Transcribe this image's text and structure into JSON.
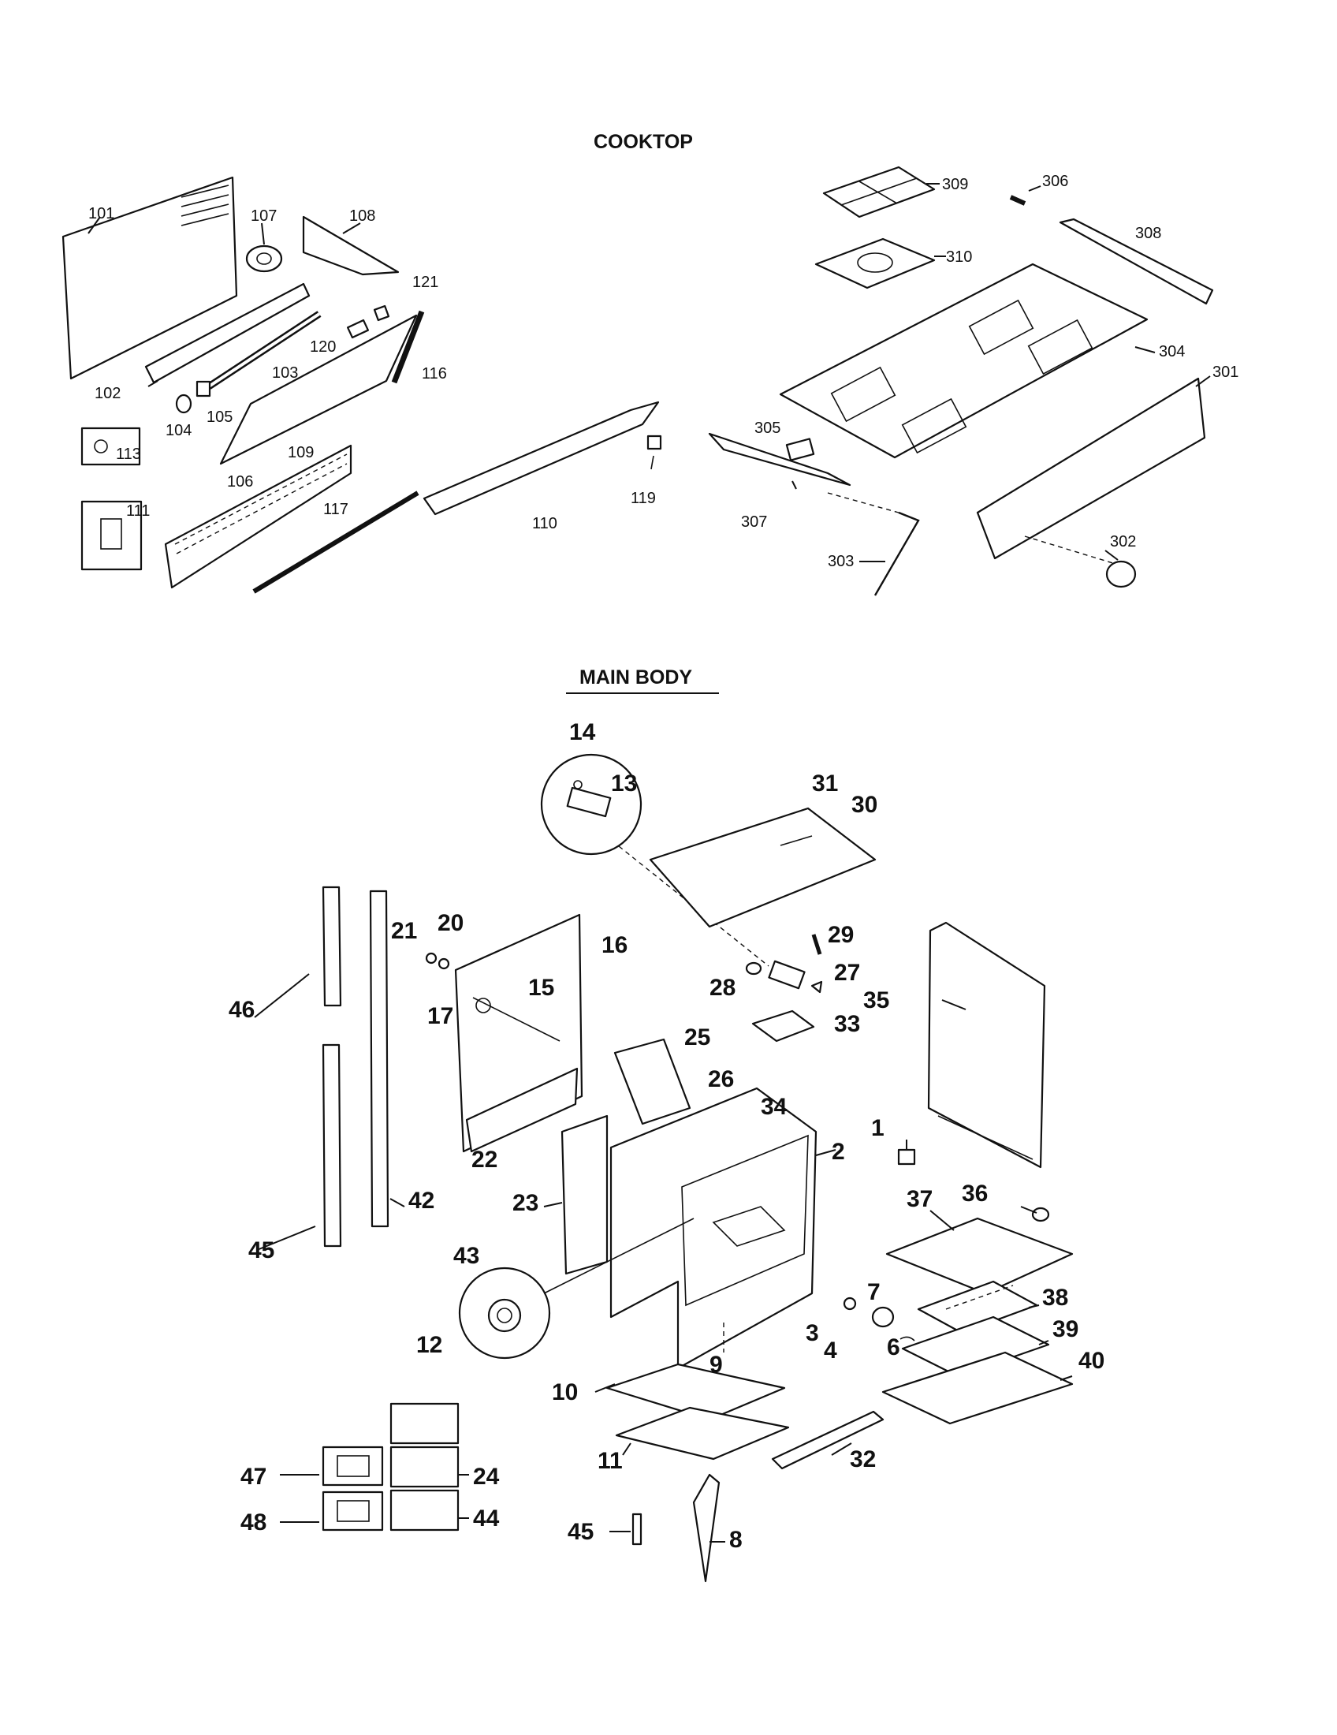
{
  "sections": {
    "cooktop": "COOKTOP",
    "main_body": "MAIN BODY"
  },
  "cooktop_parts": [
    "101",
    "107",
    "108",
    "121",
    "120",
    "116",
    "102",
    "103",
    "104",
    "105",
    "113",
    "109",
    "106",
    "111",
    "117",
    "110",
    "119",
    "309",
    "306",
    "308",
    "310",
    "304",
    "301",
    "305",
    "307",
    "303",
    "302"
  ],
  "main_body_parts": [
    "14",
    "13",
    "31",
    "30",
    "16",
    "21",
    "20",
    "17",
    "15",
    "29",
    "28",
    "27",
    "33",
    "35",
    "46",
    "25",
    "26",
    "34",
    "2",
    "1",
    "22",
    "23",
    "42",
    "45",
    "43",
    "37",
    "36",
    "7",
    "3",
    "4",
    "6",
    "38",
    "39",
    "40",
    "9",
    "10",
    "12",
    "32",
    "11",
    "47",
    "24",
    "48",
    "44",
    "45",
    "8"
  ]
}
